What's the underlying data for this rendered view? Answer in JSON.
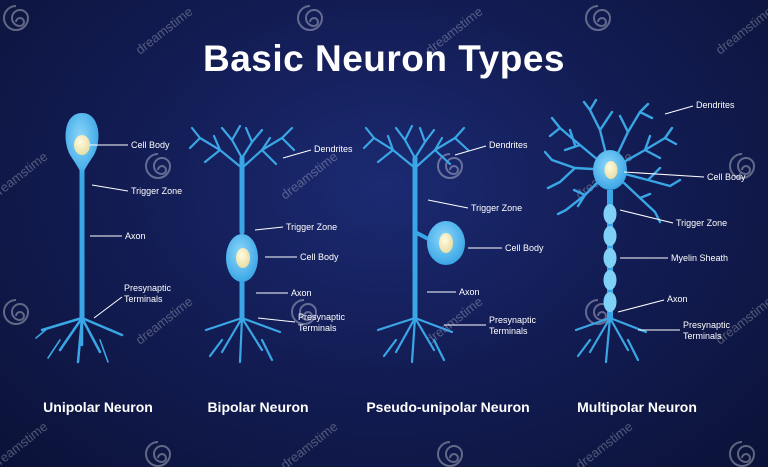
{
  "title": "Basic Neuron Types",
  "colors": {
    "background": "#131d55",
    "neuron_fill": "#3aa6e6",
    "neuron_light": "#7fd0f7",
    "soma": "#5ab8ec",
    "nucleus": "#f6f0c6",
    "label": "#ffffff"
  },
  "neurons": [
    {
      "name": "Unipolar Neuron",
      "labels": {
        "cell_body": "Cell Body",
        "trigger_zone": "Trigger Zone",
        "axon": "Axon",
        "presynaptic_terminals": "Presynaptic Terminals"
      }
    },
    {
      "name": "Bipolar Neuron",
      "labels": {
        "dendrites": "Dendrites",
        "trigger_zone": "Trigger Zone",
        "cell_body": "Cell Body",
        "axon": "Axon",
        "presynaptic_terminals": "Presynaptic Terminals"
      }
    },
    {
      "name": "Pseudo-unipolar Neuron",
      "labels": {
        "dendrites": "Dendrites",
        "trigger_zone": "Trigger Zone",
        "cell_body": "Cell Body",
        "axon": "Axon",
        "presynaptic_terminals": "Presynaptic Terminals"
      }
    },
    {
      "name": "Multipolar Neuron",
      "labels": {
        "dendrites": "Dendrites",
        "cell_body": "Cell Body",
        "trigger_zone": "Trigger Zone",
        "myelin_sheath": "Myelin Sheath",
        "axon": "Axon",
        "presynaptic_terminals": "Presynaptic Terminals"
      }
    }
  ],
  "watermark": {
    "text": "dreamstime"
  }
}
